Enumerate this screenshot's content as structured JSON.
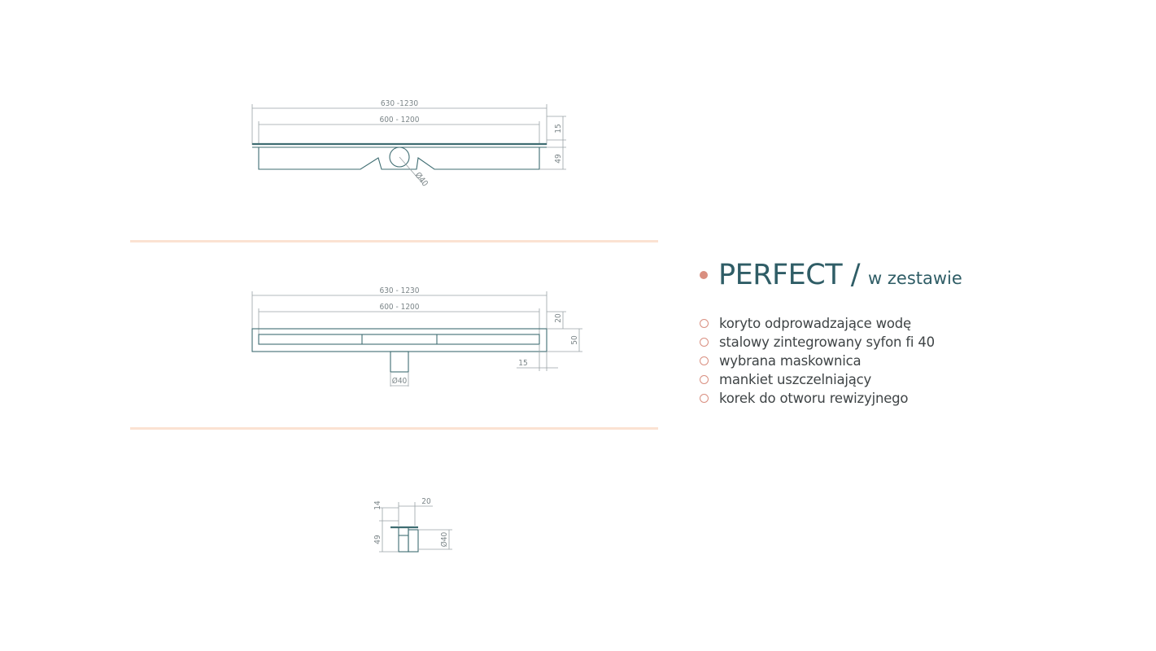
{
  "diagram": {
    "top_view": {
      "dim_outer": "630 -1230",
      "dim_inner": "600 - 1200",
      "dim_height_top": "15",
      "dim_height_body": "49",
      "dim_pipe": "Ø40"
    },
    "front_view": {
      "dim_outer": "630 - 1230",
      "dim_inner": "600 - 1200",
      "dim_height_top": "20",
      "dim_height_body": "50",
      "dim_offset": "15",
      "dim_pipe": "Ø40"
    },
    "side_view": {
      "dim_top": "14",
      "dim_width": "20",
      "dim_height": "49",
      "dim_pipe": "Ø40"
    }
  },
  "product": {
    "title": "PERFECT /",
    "subtitle": "w zestawie",
    "features": [
      "koryto odprowadzające wodę",
      "stalowy zintegrowany syfon fi 40",
      "wybrana maskownica",
      "mankiet uszczelniający",
      "korek do otworu rewizyjnego"
    ]
  },
  "colors": {
    "accent": "#d98f80",
    "title": "#2f5d66",
    "divider": "#fbe2d2",
    "drawing_line": "#3f6d72"
  }
}
